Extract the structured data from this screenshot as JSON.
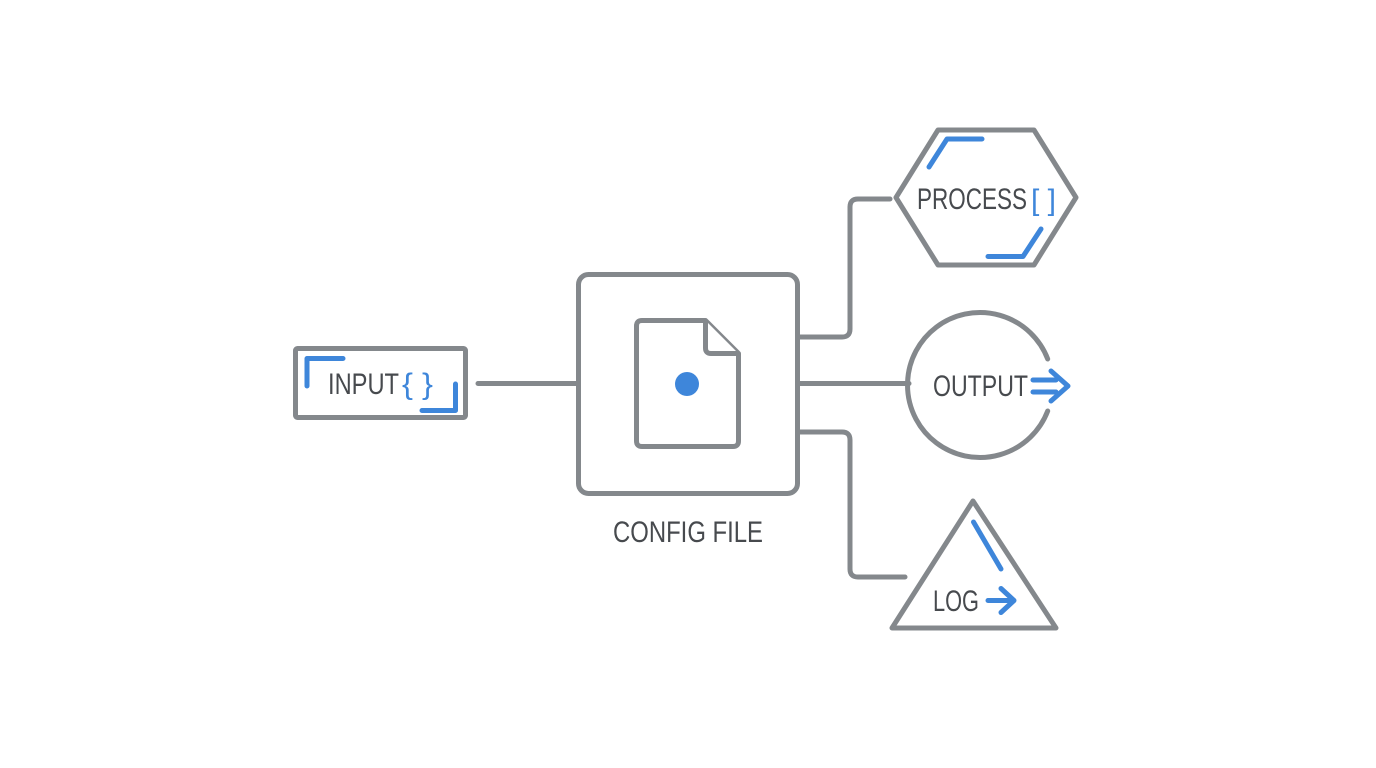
{
  "diagram": {
    "type": "flow-diagram",
    "background": "#ffffff",
    "colors": {
      "line_gray": "#84888c",
      "text_dark": "#474a4e",
      "accent_blue": "#3e86da"
    },
    "nodes": {
      "input": {
        "label": "INPUT",
        "decorator": "{ }",
        "shape": "rectangle",
        "icons": [
          "corner-bracket-top-left-icon",
          "corner-bracket-bottom-right-icon"
        ]
      },
      "config": {
        "label": "CONFIG FILE",
        "shape": "rounded-square",
        "icons": [
          "file-document-icon",
          "blue-dot-icon"
        ]
      },
      "process": {
        "label": "PROCESS",
        "decorator": "[ ]",
        "shape": "hexagon",
        "icons": [
          "hexagon-accent-top-left-icon",
          "hexagon-accent-bottom-right-icon"
        ]
      },
      "output": {
        "label": "OUTPUT",
        "shape": "circle-with-gap",
        "icons": [
          "double-arrow-right-icon"
        ]
      },
      "log": {
        "label": "LOG",
        "shape": "triangle",
        "icons": [
          "diagonal-accent-icon",
          "arrow-right-icon"
        ]
      }
    },
    "connections": [
      {
        "from": "input",
        "to": "config"
      },
      {
        "from": "config",
        "to": "process"
      },
      {
        "from": "config",
        "to": "output"
      },
      {
        "from": "config",
        "to": "log"
      }
    ]
  }
}
